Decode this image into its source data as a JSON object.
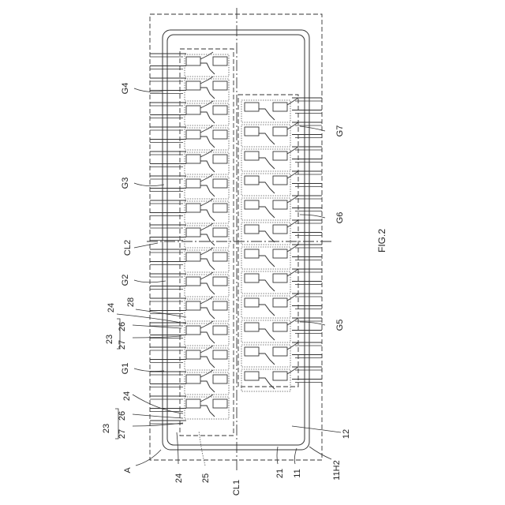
{
  "figure": {
    "caption": "FIG.2"
  },
  "labels": {
    "A": "A",
    "cl1": "CL1",
    "cl2": "CL2",
    "g1": "G1",
    "g2": "G2",
    "g3": "G3",
    "g4": "G4",
    "g5": "G5",
    "g6": "G6",
    "g7": "G7",
    "n11": "11",
    "n11h2": "11H2",
    "n12": "12",
    "n21": "21",
    "n23a": "23",
    "n23b": "23",
    "n24a": "24",
    "n24b": "24",
    "n24c": "24",
    "n25": "25",
    "n26a": "26",
    "n26b": "26",
    "n27a": "27",
    "n27b": "27",
    "n28": "28"
  }
}
